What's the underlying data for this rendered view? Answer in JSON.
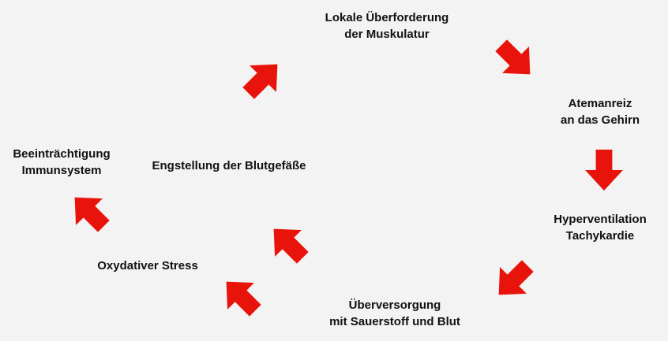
{
  "colors": {
    "arrow": "#e8140c",
    "background": "#f3f3f3",
    "text": "#111111"
  },
  "nodes": {
    "muskulatur": [
      "Lokale Überforderung",
      "der Muskulatur"
    ],
    "atemanreiz": [
      "Atemanreiz",
      "an das Gehirn"
    ],
    "hyperventilation": [
      "Hyperventilation",
      "Tachykardie"
    ],
    "ueberversorgung": [
      "Überversorgung",
      "mit Sauerstoff und Blut"
    ],
    "stress": [
      "Oxydativer Stress"
    ],
    "immunsystem": [
      "Beeinträchtigung",
      "Immunsystem"
    ],
    "engstellung": [
      "Engstellung der Blutgefäße"
    ]
  },
  "arrow_icon": "block-arrow-icon"
}
